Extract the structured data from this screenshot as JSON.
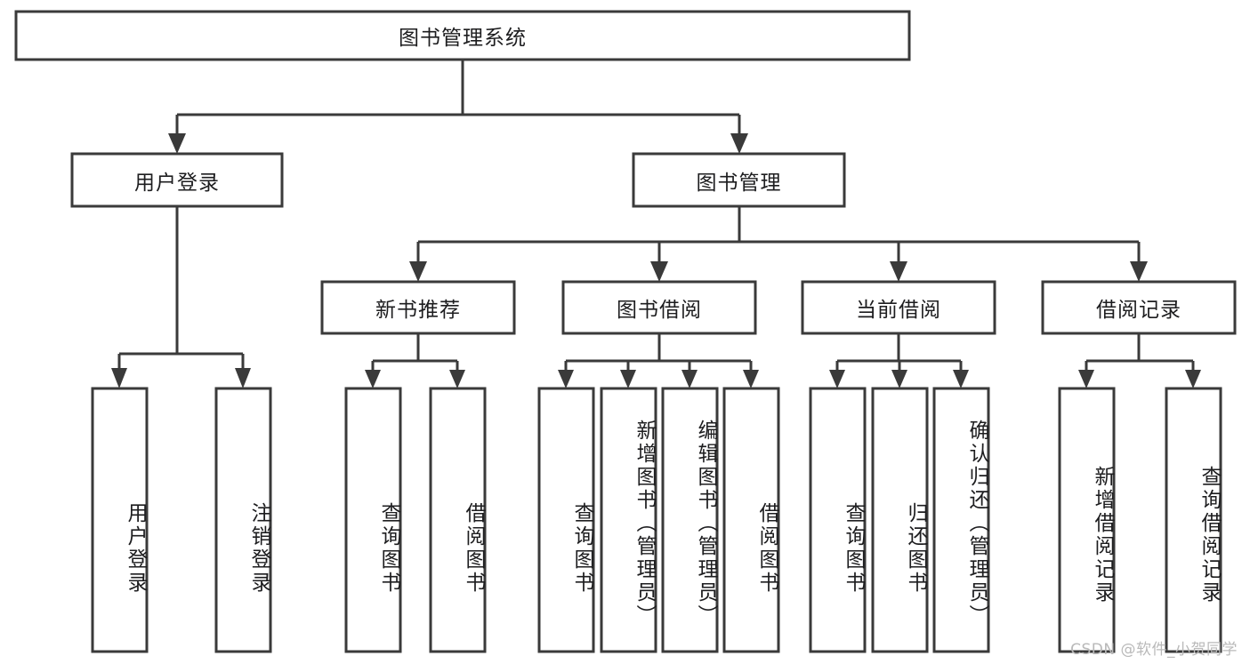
{
  "diagram": {
    "type": "tree",
    "orientation": "top-down",
    "colors": {
      "stroke": "#3a3a3a",
      "fill": "#ffffff",
      "text": "#1d1d1f",
      "watermark": "#b9b9b9",
      "background": "#ffffff"
    },
    "root": {
      "label": "图书管理系统"
    },
    "level2": [
      {
        "label": "用户登录"
      },
      {
        "label": "图书管理"
      }
    ],
    "level3": [
      {
        "label": "新书推荐"
      },
      {
        "label": "图书借阅"
      },
      {
        "label": "当前借阅"
      },
      {
        "label": "借阅记录"
      }
    ],
    "leaves": {
      "user_login": [
        {
          "label": "用户登录"
        },
        {
          "label": "注销登录"
        }
      ],
      "new_book_recommend": [
        {
          "label": "查询图书"
        },
        {
          "label": "借阅图书"
        }
      ],
      "book_borrow": [
        {
          "label": "查询图书"
        },
        {
          "label": "新增图书（管理员）"
        },
        {
          "label": "编辑图书（管理员）"
        },
        {
          "label": "借阅图书"
        }
      ],
      "current_borrow": [
        {
          "label": "查询图书"
        },
        {
          "label": "归还图书"
        },
        {
          "label": "确认归还（管理员）"
        }
      ],
      "borrow_record": [
        {
          "label": "新增借阅记录"
        },
        {
          "label": "查询借阅记录"
        }
      ]
    }
  },
  "watermark": {
    "text": "CSDN @软件_小贺同学"
  }
}
